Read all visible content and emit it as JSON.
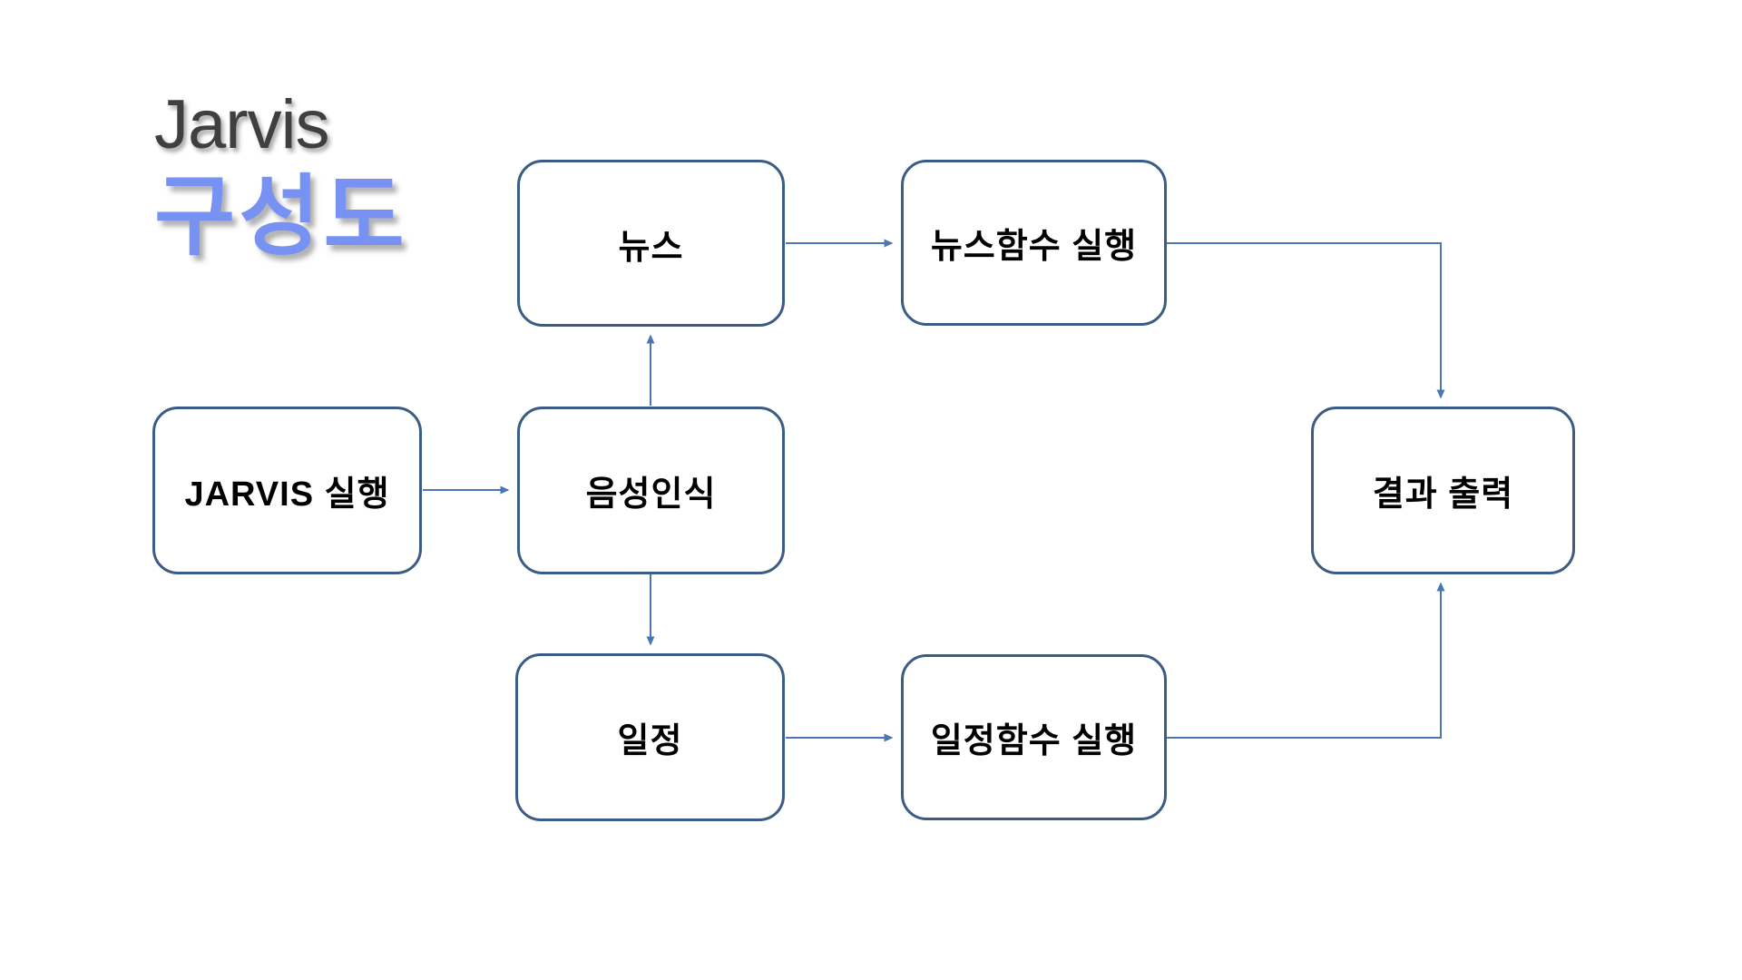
{
  "title": {
    "line1": "Jarvis",
    "line2": "구성도"
  },
  "colors": {
    "title_primary": "#3f3f3f",
    "title_accent": "#7792f2",
    "node_border": "#3a5c85",
    "node_fill": "#ffffff",
    "node_text": "#000000",
    "connector": "#4977b5",
    "background": "#ffffff"
  },
  "nodes": [
    {
      "id": "jarvis-run",
      "label": "JARVIS 실행"
    },
    {
      "id": "voice-recognition",
      "label": "음성인식"
    },
    {
      "id": "news",
      "label": "뉴스"
    },
    {
      "id": "news-function",
      "label": "뉴스함수 실행"
    },
    {
      "id": "schedule",
      "label": "일정"
    },
    {
      "id": "schedule-function",
      "label": "일정함수 실행"
    },
    {
      "id": "result-output",
      "label": "결과 출력"
    }
  ],
  "connections": [
    {
      "from": "JARVIS 실행",
      "to": "음성인식"
    },
    {
      "from": "음성인식",
      "to": "뉴스"
    },
    {
      "from": "음성인식",
      "to": "일정"
    },
    {
      "from": "뉴스",
      "to": "뉴스함수 실행"
    },
    {
      "from": "일정",
      "to": "일정함수 실행"
    },
    {
      "from": "뉴스함수 실행",
      "to": "결과 출력"
    },
    {
      "from": "일정함수 실행",
      "to": "결과 출력"
    }
  ]
}
